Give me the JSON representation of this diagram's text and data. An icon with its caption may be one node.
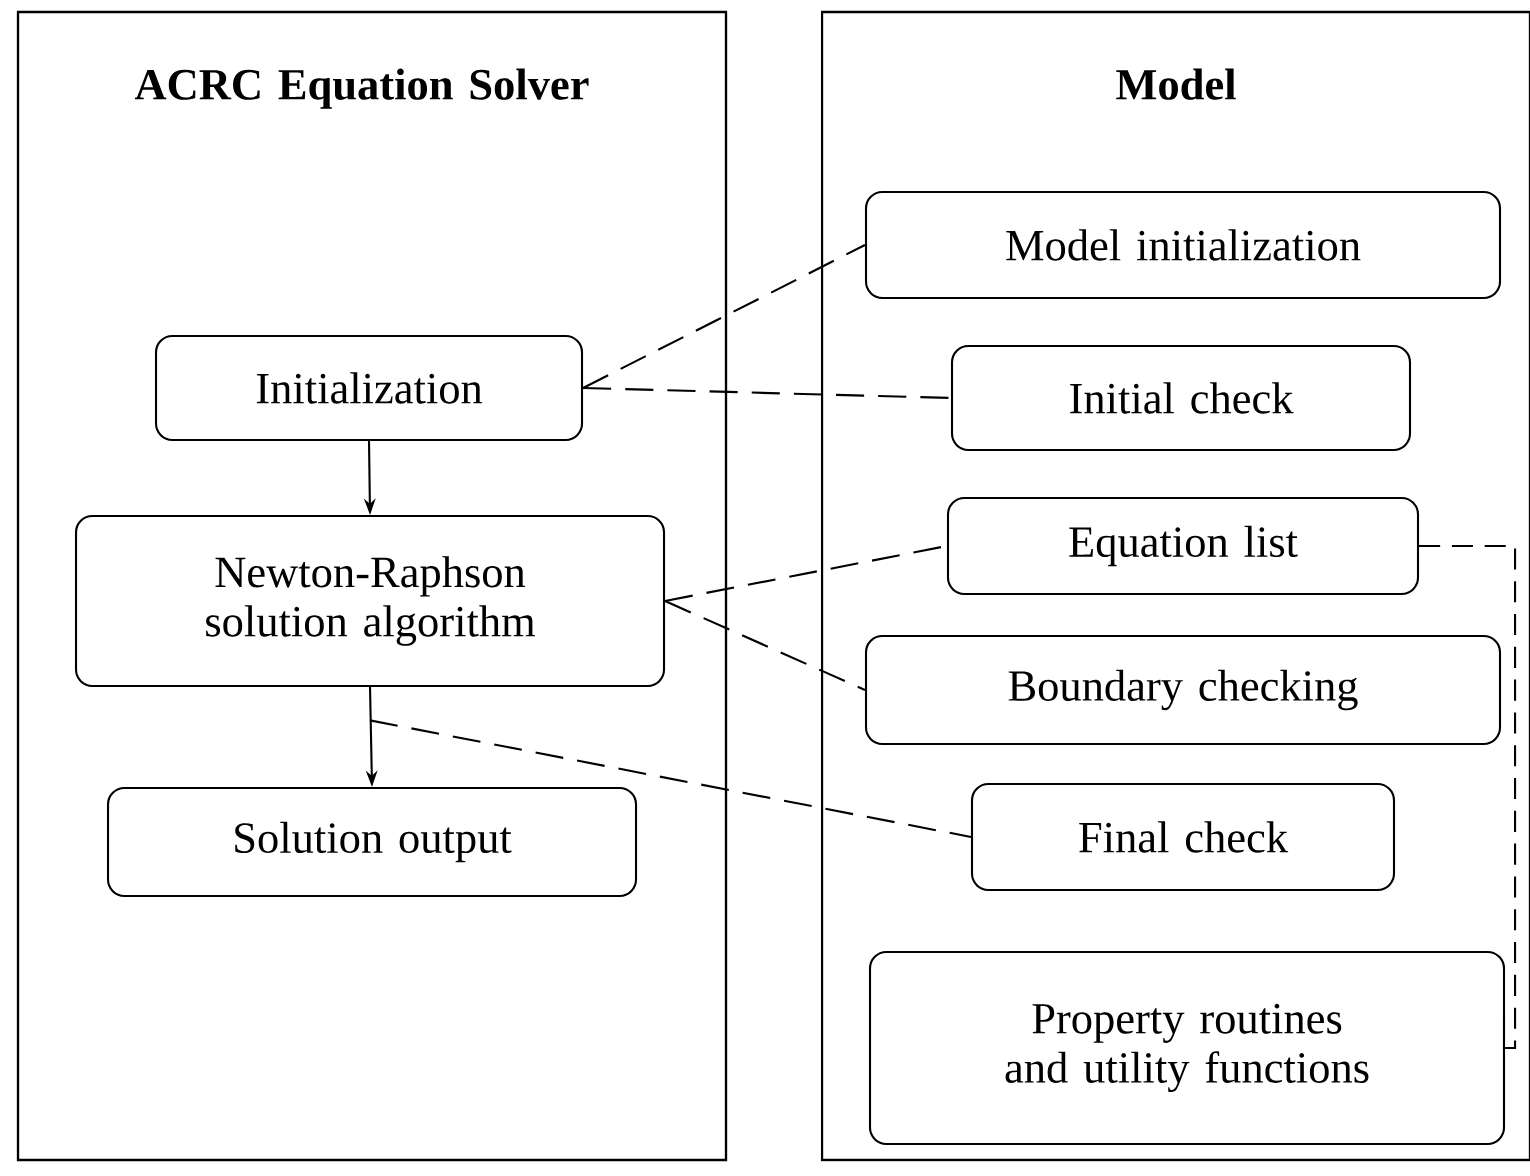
{
  "diagram": {
    "nodes": [
      {
        "text": [
          "ACRC Equation Solver"
        ]
      },
      {
        "text": [
          "Initialization"
        ],
        "in": 0
      },
      {
        "text": [
          "Newton-Raphson solution algorithm"
        ],
        "in": 0
      },
      {
        "text": [
          "Solution output"
        ],
        "in": 0
      },
      {
        "text": [
          "Model"
        ]
      },
      {
        "text": [
          "Model initialization"
        ],
        "in": 4
      },
      {
        "text": [
          "Initial check"
        ],
        "in": 4
      },
      {
        "text": [
          "Equation list"
        ],
        "in": 4
      },
      {
        "text": [
          "Boundary checking"
        ],
        "in": 4
      },
      {
        "text": [
          "Final check"
        ],
        "in": 4
      },
      {
        "text": [
          "Property routines and utility functions"
        ],
        "in": 4
      }
    ],
    "edges": [
      {
        "from": 1,
        "to": 2,
        "arrow": "to"
      },
      {
        "from": 2,
        "to": 3,
        "arrow": "to"
      },
      {
        "from": 1,
        "to": 5,
        "arrow": "none",
        "style": "dashed"
      },
      {
        "from": 1,
        "to": 6,
        "arrow": "none",
        "style": "dashed"
      },
      {
        "from": 2,
        "to": 7,
        "arrow": "none",
        "style": "dashed"
      },
      {
        "from": 2,
        "to": 8,
        "arrow": "none",
        "style": "dashed"
      },
      {
        "from": 2,
        "to": 9,
        "arrow": "none",
        "style": "dashed"
      },
      {
        "from": 7,
        "to": 10,
        "arrow": "none",
        "style": "dashed"
      }
    ]
  }
}
